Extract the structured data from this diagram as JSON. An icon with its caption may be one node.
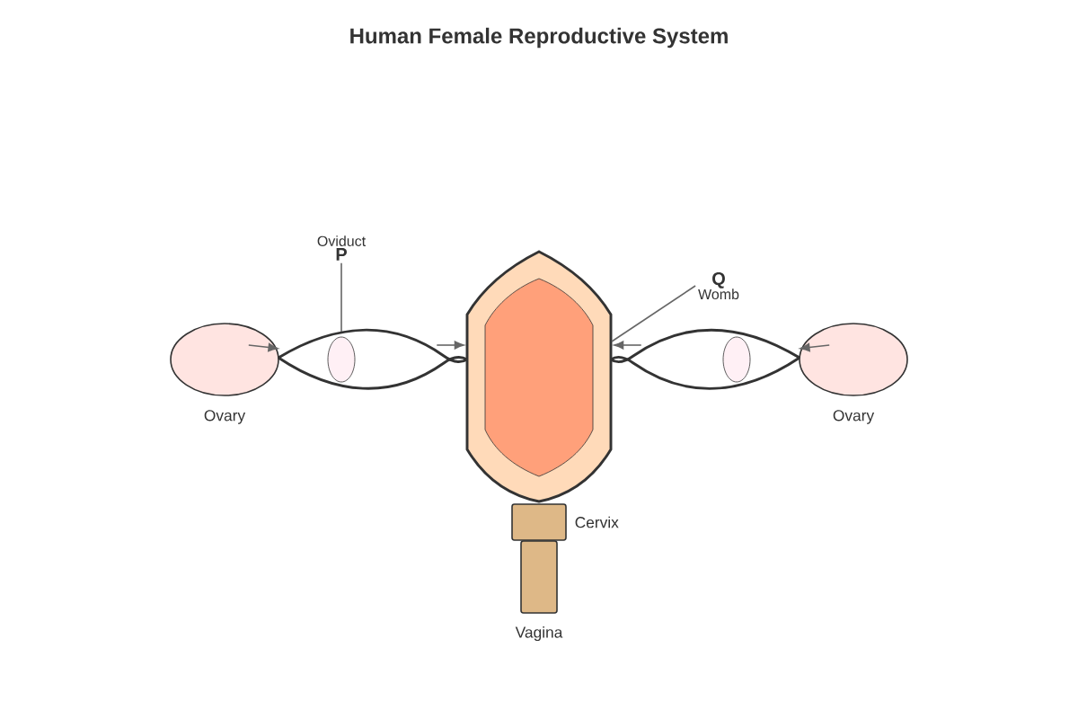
{
  "diagram": {
    "title": "Human Female Reproductive System",
    "nodes": [
      {
        "text": [
          "Ovary"
        ]
      },
      {
        "text": [],
        "shape": "picture"
      },
      {
        "text": [
          "Oviduct",
          "P"
        ]
      },
      {
        "text": [],
        "shape": "picture"
      },
      {
        "text": [
          "Q",
          "Womb"
        ]
      },
      {
        "text": [],
        "shape": "picture"
      },
      {
        "text": [
          "Ovary"
        ]
      },
      {
        "text": [
          "Cervix"
        ]
      },
      {
        "text": [
          "Vagina"
        ]
      }
    ],
    "edges": [
      {
        "from": 0,
        "to": 1,
        "arrow": "to"
      },
      {
        "from": 1,
        "to": 3,
        "arrow": "to"
      },
      {
        "from": 2,
        "to": 1,
        "arrow": "none"
      },
      {
        "from": 4,
        "to": 3,
        "arrow": "none"
      },
      {
        "from": 5,
        "to": 3,
        "arrow": "to"
      },
      {
        "from": 6,
        "to": 5,
        "arrow": "to"
      }
    ]
  }
}
